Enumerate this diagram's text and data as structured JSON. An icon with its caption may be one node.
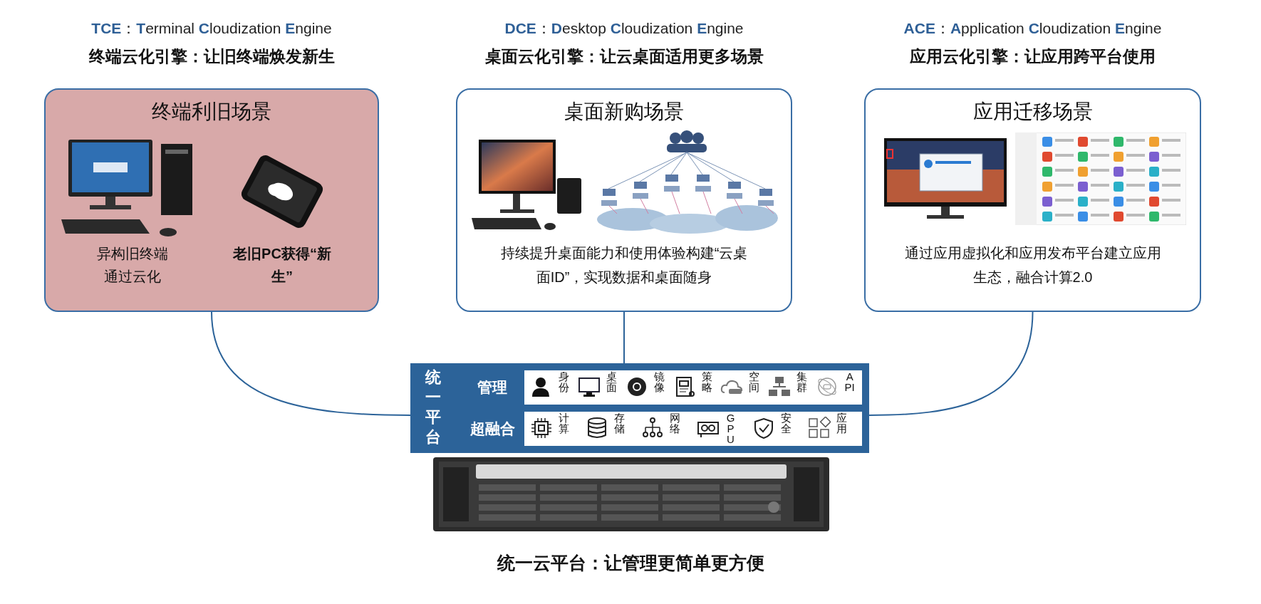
{
  "diagram": {
    "caption": "统一云平台：让管理更简单更方便",
    "nodes": [
      {
        "text": [
          "终端利旧场景"
        ]
      },
      {
        "text": [],
        "shape": "picture",
        "in": 0,
        "beside": [
          "异构旧终端通过云化"
        ]
      },
      {
        "text": [],
        "shape": "picture",
        "in": 0,
        "beside": [
          "老旧PC获得“新生”"
        ]
      },
      {
        "text": [
          "桌面新购场景",
          "持续提升桌面能力和使用体验构建“云桌面ID”，实现数据和桌面随身"
        ]
      },
      {
        "text": [],
        "shape": "picture",
        "in": 3
      },
      {
        "text": [],
        "shape": "picture",
        "in": 3
      },
      {
        "text": [
          "应用迁移场景",
          "通过应用虚拟化和应用发布平台建立应用生态，融合计算2.0"
        ]
      },
      {
        "text": [],
        "shape": "picture",
        "in": 6
      },
      {
        "text": [],
        "shape": "picture",
        "in": 6
      },
      {
        "text": [
          "统一平台"
        ]
      },
      {
        "text": [
          "管理"
        ],
        "in": 9
      },
      {
        "text": [
          "身份"
        ],
        "in": 10
      },
      {
        "text": [
          "桌面"
        ],
        "in": 10
      },
      {
        "text": [
          "镜像"
        ],
        "in": 10
      },
      {
        "text": [
          "策略"
        ],
        "in": 10
      },
      {
        "text": [
          "空间"
        ],
        "in": 10
      },
      {
        "text": [
          "集群"
        ],
        "in": 10
      },
      {
        "text": [
          "API"
        ],
        "in": 10
      },
      {
        "text": [
          "超融合"
        ],
        "in": 9
      },
      {
        "text": [
          "计算"
        ],
        "in": 18
      },
      {
        "text": [
          "存储"
        ],
        "in": 18
      },
      {
        "text": [
          "网络"
        ],
        "in": 18
      },
      {
        "text": [
          "GPU"
        ],
        "in": 18
      },
      {
        "text": [
          "安全"
        ],
        "in": 18
      },
      {
        "text": [
          "应用"
        ],
        "in": 18
      }
    ],
    "edges": [
      {
        "from": 0,
        "to": 9,
        "arrow": "none"
      },
      {
        "from": 3,
        "to": 9,
        "arrow": "none"
      },
      {
        "from": 6,
        "to": 9,
        "arrow": "none"
      }
    ],
    "labels": [
      "**TCE**：**T**erminal **C**loudization **E**ngine",
      "终端云化引擎：让旧终端焕发新生",
      "**DCE**：**D**esktop **C**loudization **E**ngine",
      "桌面云化引擎：让云桌面适用更多场景",
      "**ACE**：**A**pplication **C**loudization **E**ngine",
      "应用云化引擎：让应用跨平台使用"
    ]
  }
}
